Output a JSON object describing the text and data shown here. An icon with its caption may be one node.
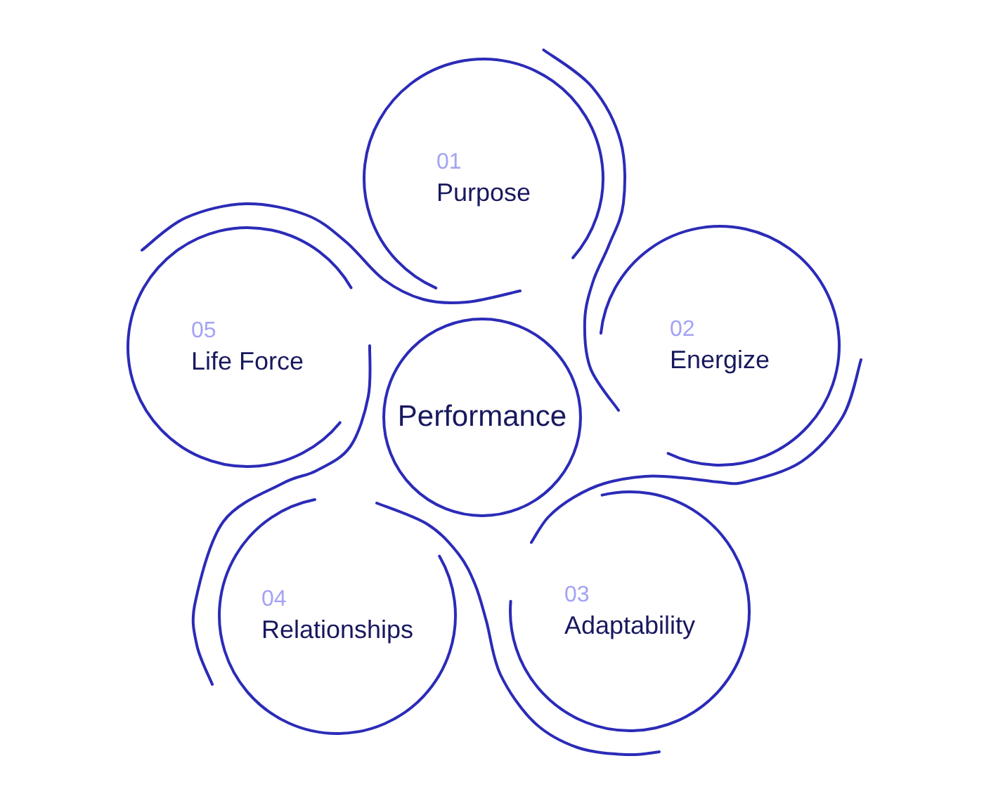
{
  "diagram": {
    "nodes": [
      {
        "text": [
          "01",
          "Purpose"
        ]
      },
      {
        "text": [
          "02",
          "Energize"
        ]
      },
      {
        "text": [
          "03",
          "Adaptability"
        ]
      },
      {
        "text": [
          "04",
          "Relationships"
        ]
      },
      {
        "text": [
          "05",
          "Life Force"
        ]
      },
      {
        "text": [
          "Performance"
        ]
      }
    ]
  }
}
